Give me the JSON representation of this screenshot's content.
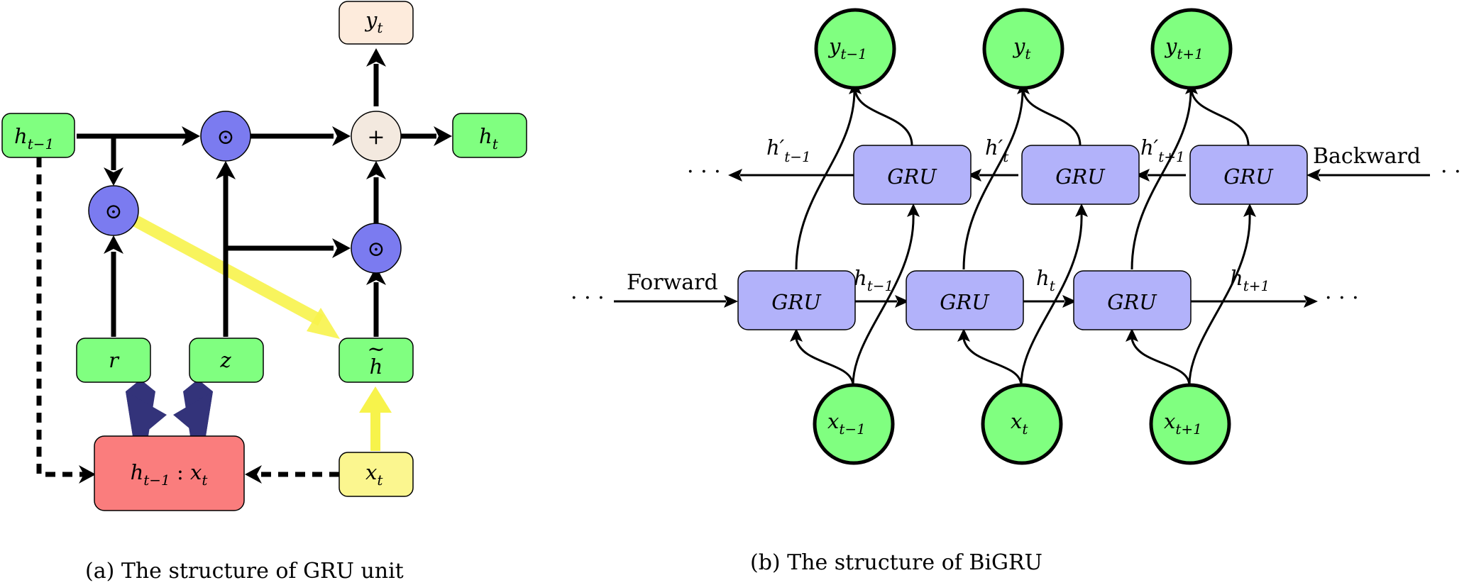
{
  "gru_unit": {
    "nodes": {
      "h_prev": {
        "base": "h",
        "sub": "t−1",
        "prime": false
      },
      "y_t": {
        "base": "y",
        "sub": "t",
        "prime": false
      },
      "h_t": {
        "base": "h",
        "sub": "t",
        "prime": false
      },
      "r": {
        "base": "r",
        "sub": "",
        "prime": false
      },
      "z": {
        "base": "z",
        "sub": "",
        "prime": false
      },
      "h_tilde": {
        "base": "h",
        "sub": "",
        "prime": false,
        "accent": "~"
      },
      "x_t": {
        "base": "x",
        "sub": "t",
        "prime": false
      },
      "concat": {
        "text": "h",
        "sub": "t−1",
        "mid": " : ",
        "base2": "x",
        "sub2": "t"
      },
      "hadamard_symbol": "⊙",
      "plus_symbol": "+"
    },
    "caption": "(a)  The structure of GRU unit"
  },
  "bigru": {
    "gru_label": "GRU",
    "forward_label": "Forward",
    "backward_label": "Backward",
    "ellipsis": "· · ·",
    "outputs": [
      {
        "base": "y",
        "sub": "t−1"
      },
      {
        "base": "y",
        "sub": "t"
      },
      {
        "base": "y",
        "sub": "t+1"
      }
    ],
    "inputs": [
      {
        "base": "x",
        "sub": "t−1"
      },
      {
        "base": "x",
        "sub": "t"
      },
      {
        "base": "x",
        "sub": "t+1"
      }
    ],
    "forward_states": [
      {
        "base": "h",
        "sub": "t−1"
      },
      {
        "base": "h",
        "sub": "t"
      },
      {
        "base": "h",
        "sub": "t+1"
      }
    ],
    "backward_states": [
      {
        "base": "h′",
        "sub": "t−1"
      },
      {
        "base": "h′",
        "sub": "t"
      },
      {
        "base": "h′",
        "sub": "t+1"
      }
    ],
    "caption": "(b)  The structure of BiGRU"
  },
  "colors": {
    "green_node": "#80ff80",
    "blue_op": "#7b7bf0",
    "output_node": "#fdebdc",
    "plus_node": "#f3e9df",
    "concat_node": "#fa7d7d",
    "input_node": "#fbf68f",
    "gru_block": "#b2b2fa",
    "yellow_arrow": "#f7f34b",
    "navy_arrow": "#33337a"
  }
}
